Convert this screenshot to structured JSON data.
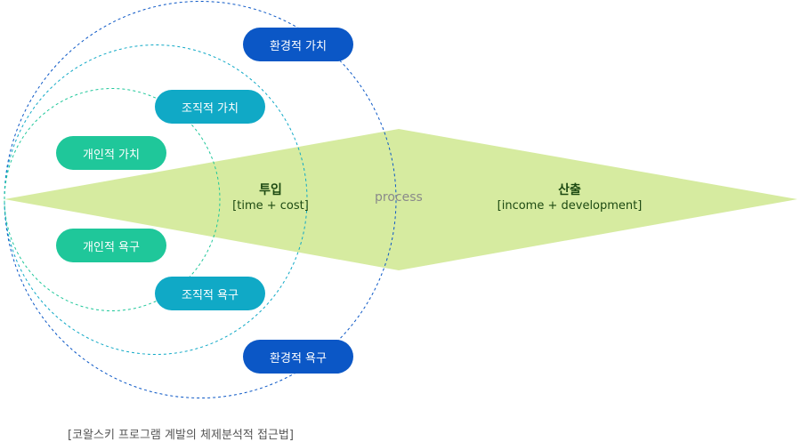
{
  "env_value": "환경적 가치",
  "org_value": "조직적 가치",
  "ind_value": "개인적 가치",
  "ind_need": "개인적 욕구",
  "org_need": "조직적 욕구",
  "env_need": "환경적 욕구",
  "input_title": "투입",
  "input_sub": "[time + cost]",
  "process": "process",
  "output_title": "산출",
  "output_sub": "[income + development]",
  "caption": "[코왈스키 프로그램 계발의 체제분석적 접근법]",
  "colors": {
    "env": "#0b57c6",
    "org": "#10a9c6",
    "ind": "#1fc79a",
    "diamond": "#d6eba0"
  }
}
